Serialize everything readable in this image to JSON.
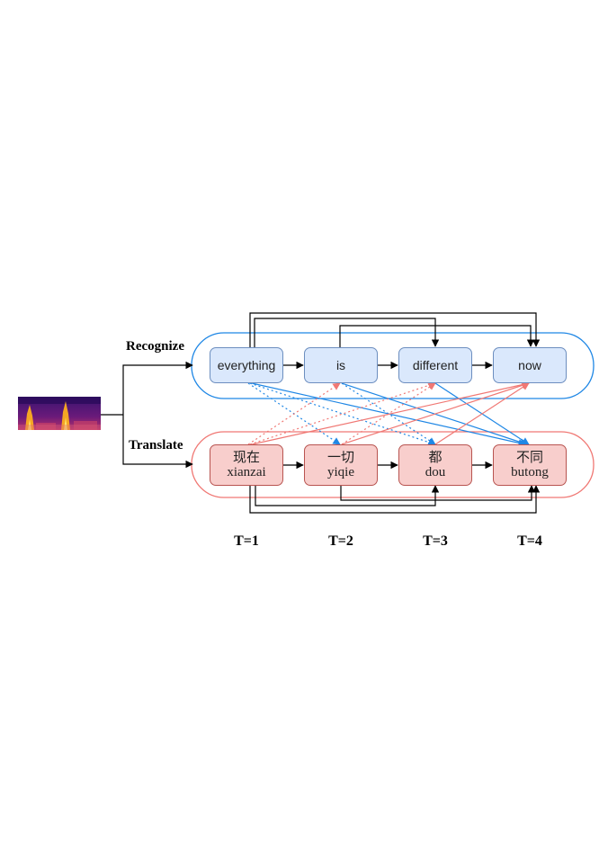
{
  "lanes": {
    "recognize": {
      "label": "Recognize",
      "color": "#1f87e5"
    },
    "translate": {
      "label": "Translate",
      "color": "#f07874"
    }
  },
  "recognize_nodes": [
    {
      "text": "everything"
    },
    {
      "text": "is"
    },
    {
      "text": "different"
    },
    {
      "text": "now"
    }
  ],
  "translate_nodes": [
    {
      "chinese": "现在",
      "pinyin": "xianzai"
    },
    {
      "chinese": "一切",
      "pinyin": "yiqie"
    },
    {
      "chinese": "都",
      "pinyin": "dou"
    },
    {
      "chinese": "不同",
      "pinyin": "butong"
    }
  ],
  "time_steps": [
    "T=1",
    "T=2",
    "T=3",
    "T=4"
  ],
  "colors": {
    "recognize_fill": "#dae8fc",
    "recognize_border": "#6c8ebf",
    "translate_fill": "#f8cecc",
    "translate_border": "#b85450",
    "blue_edge": "#1f87e5",
    "red_edge": "#f07874",
    "black_edge": "#000000"
  },
  "spectrogram": {
    "icon": "spectrogram-image"
  }
}
